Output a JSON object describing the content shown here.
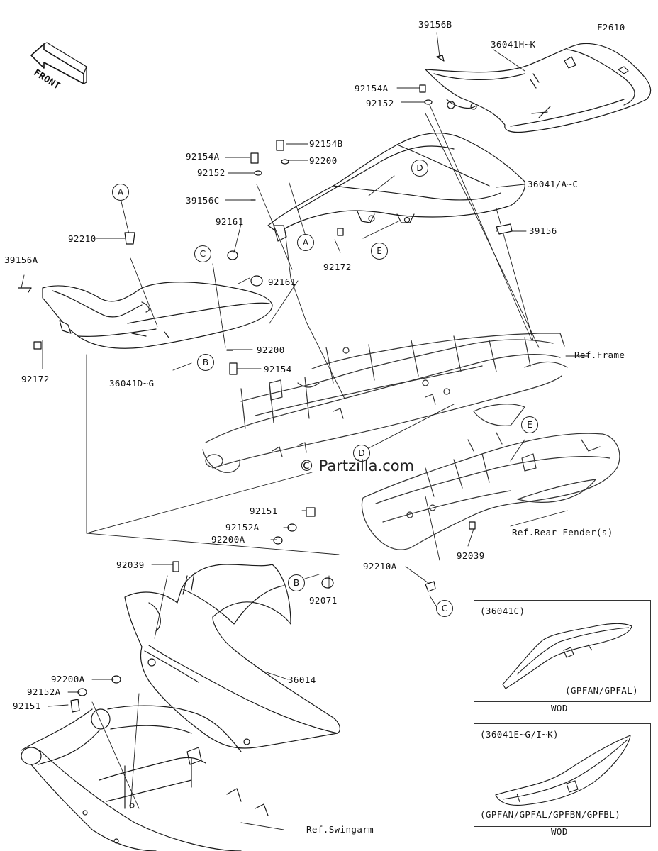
{
  "figure_code": "F2610",
  "direction": "FRONT",
  "watermark": "© Partzilla.com",
  "parts": {
    "p39156B": "39156B",
    "p36041HK": "36041H~K",
    "p92154A_top": "92154A",
    "p92152_top": "92152",
    "p92154B": "92154B",
    "p92200_top": "92200",
    "p92154A_mid": "92154A",
    "p92152_mid": "92152",
    "p36041AC": "36041/A~C",
    "p39156C": "39156C",
    "p92161_a": "92161",
    "p92210": "92210",
    "p39156": "39156",
    "p39156A": "39156A",
    "p92172_r": "92172",
    "p92161_b": "92161",
    "p92200_mid": "92200",
    "p92172_l": "92172",
    "p36041DG": "36041D~G",
    "p92154": "92154",
    "ref_frame": "Ref.Frame",
    "ref_rear_fender": "Ref.Rear Fender(s)",
    "p92151_a": "92151",
    "p92152A_a": "92152A",
    "p92200A_a": "92200A",
    "p92039_l": "92039",
    "p92039_r": "92039",
    "p92210A": "92210A",
    "p92071": "92071",
    "p36014": "36014",
    "p92200A_b": "92200A",
    "p92152A_b": "92152A",
    "p92151_b": "92151",
    "ref_swingarm": "Ref.Swingarm"
  },
  "callouts": {
    "A1": "A",
    "A2": "A",
    "B1": "B",
    "B2": "B",
    "C1": "C",
    "C2": "C",
    "D1": "D",
    "D2": "D",
    "E1": "E",
    "E2": "E"
  },
  "insets": [
    {
      "part": "(36041C)",
      "model": "(GPFAN/GPFAL)",
      "caption": "WOD"
    },
    {
      "part": "(36041E~G/I~K)",
      "model": "(GPFAN/GPFAL/GPFBN/GPFBL)",
      "caption": "WOD"
    }
  ]
}
